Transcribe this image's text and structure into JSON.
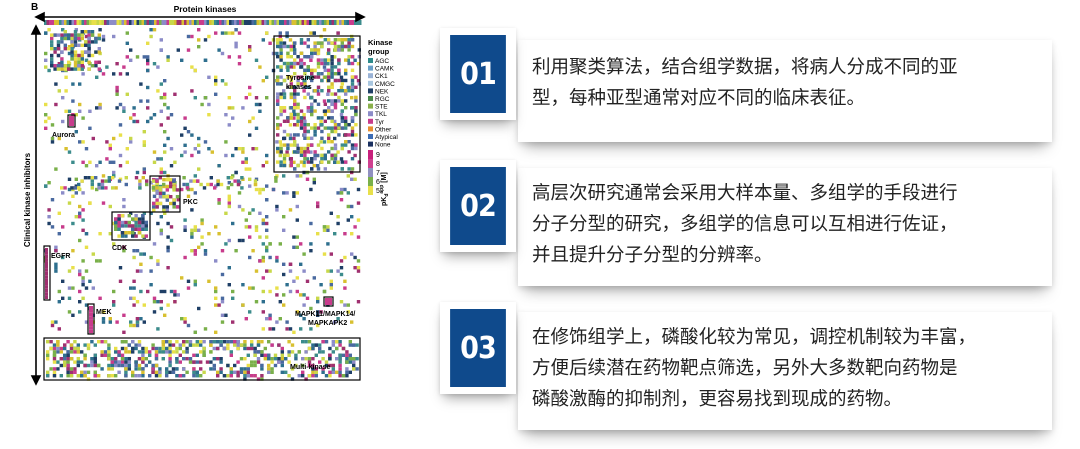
{
  "figure": {
    "panel_letter": "B",
    "top_axis_label": "Protein kinases",
    "left_axis_label": "Clinical kinase inhibitors",
    "legend": {
      "title_line1": "Kinase",
      "title_line2": "group",
      "items": [
        {
          "label": "AGC",
          "color": "#2e8b8b"
        },
        {
          "label": "CAMK",
          "color": "#6aa0c8"
        },
        {
          "label": "CK1",
          "color": "#9ab3d6"
        },
        {
          "label": "CMGC",
          "color": "#a9c7e0"
        },
        {
          "label": "NEK",
          "color": "#1f3f66"
        },
        {
          "label": "RGC",
          "color": "#4a8a4a"
        },
        {
          "label": "STE",
          "color": "#8ab04a"
        },
        {
          "label": "TKL",
          "color": "#8c8cc8"
        },
        {
          "label": "Tyr",
          "color": "#c83c8c"
        },
        {
          "label": "Other",
          "color": "#e89030"
        },
        {
          "label": "Atypical",
          "color": "#3c6cb4"
        },
        {
          "label": "None",
          "color": "#1a3060"
        }
      ]
    },
    "scale": {
      "label": "pK",
      "sub": "d",
      "sup": "app",
      "unit": "[M]",
      "ticks": [
        "9",
        "8",
        "7",
        "6",
        "5"
      ]
    },
    "regions": {
      "aurora": "Aurora",
      "tyrosine_line1": "Tyrosine",
      "tyrosine_line2": "kinases",
      "pkc": "PKC",
      "cdk": "CDK",
      "egfr": "EGFR",
      "mek": "MEK",
      "mapk_line1": "MAPK11/MAPK14/",
      "mapk_line2": "MAPKAPK2",
      "multi": "Multi-kinase"
    }
  },
  "cards": [
    {
      "number": "01",
      "text": "利用聚类算法，结合组学数据，将病人分成不同的亚\n型，每种亚型通常对应不同的临床表征。"
    },
    {
      "number": "02",
      "text": "高层次研究通常会采用大样本量、多组学的手段进行\n分子分型的研究，多组学的信息可以互相进行佐证，\n并且提升分子分型的分辨率。"
    },
    {
      "number": "03",
      "text": "在修饰组学上，磷酸化较为常见，调控机制较为丰富，\n方便后续潜在药物靶点筛选，另外大多数靶向药物是\n磷酸激酶的抑制剂，更容易找到现成的药物。"
    }
  ]
}
